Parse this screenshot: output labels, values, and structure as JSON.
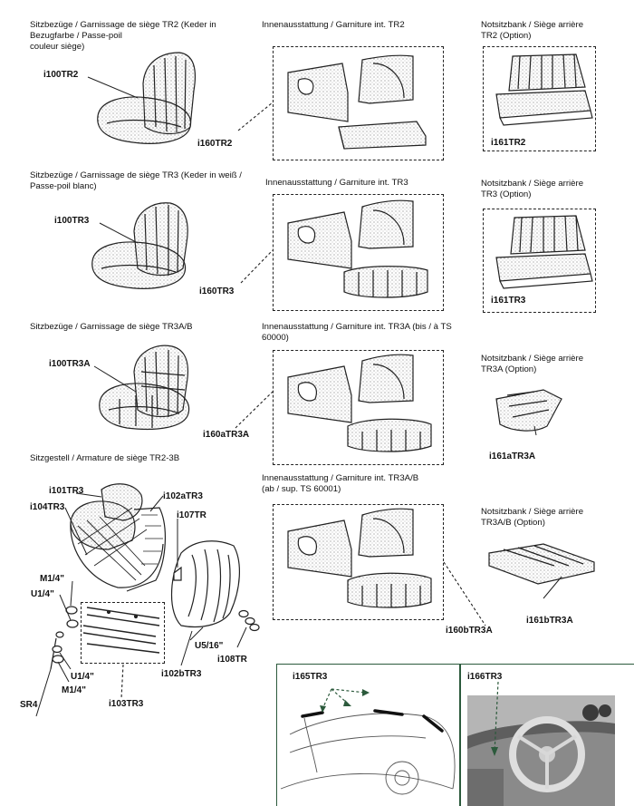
{
  "captions": {
    "tr2_seat": "Sitzbezüge / Garnissage de siège TR2 (Keder in\nBezugfarbe / Passe-poil\ncouleur siège)",
    "tr2_interior": "Innenausstattung / Garniture int. TR2",
    "tr2_rear": "Notsitzbank / Siège arrière\nTR2 (Option)",
    "tr3_seat": "Sitzbezüge / Garnissage de siège TR3 (Keder in weiß /\nPasse-poil blanc)",
    "tr3_interior": "Innenausstattung / Garniture int. TR3",
    "tr3_rear": "Notsitzbank / Siège arrière\nTR3 (Option)",
    "tr3ab_seat": "Sitzbezüge / Garnissage de siège TR3A/B",
    "tr3a_interior": "Innenausstattung / Garniture int. TR3A (bis / à TS\n60000)",
    "tr3a_rear": "Notsitzbank / Siège arrière\nTR3A (Option)",
    "frame": "Sitzgestell / Armature de siège TR2-3B",
    "tr3ab_interior": "Innenausstattung / Garniture int. TR3A/B\n(ab / sup. TS 60001)",
    "tr3ab_rear": "Notsitzbank / Siège arrière\nTR3A/B (Option)"
  },
  "codes": {
    "i100TR2": "i100TR2",
    "i160TR2": "i160TR2",
    "i161TR2": "i161TR2",
    "i100TR3": "i100TR3",
    "i160TR3": "i160TR3",
    "i161TR3": "i161TR3",
    "i100TR3A": "i100TR3A",
    "i160aTR3A": "i160aTR3A",
    "i161aTR3A": "i161aTR3A",
    "i101TR3": "i101TR3",
    "i104TR3": "i104TR3",
    "i102aTR3": "i102aTR3",
    "i107TR": "i107TR",
    "M1_4_top": "M1/4\"",
    "U1_4_top": "U1/4\"",
    "U1_4_bot": "U1/4\"",
    "M1_4_bot": "M1/4\"",
    "SR4": "SR4",
    "i103TR3": "i103TR3",
    "i102bTR3": "i102bTR3",
    "U5_16": "U5/16\"",
    "i108TR": "i108TR",
    "i160bTR3A": "i160bTR3A",
    "i161bTR3A": "i161bTR3A",
    "i165TR3": "i165TR3",
    "i166TR3": "i166TR3"
  },
  "colors": {
    "line": "#222222",
    "accent_green": "#2c5a3c",
    "photo_bg": "#8a8a8a"
  }
}
